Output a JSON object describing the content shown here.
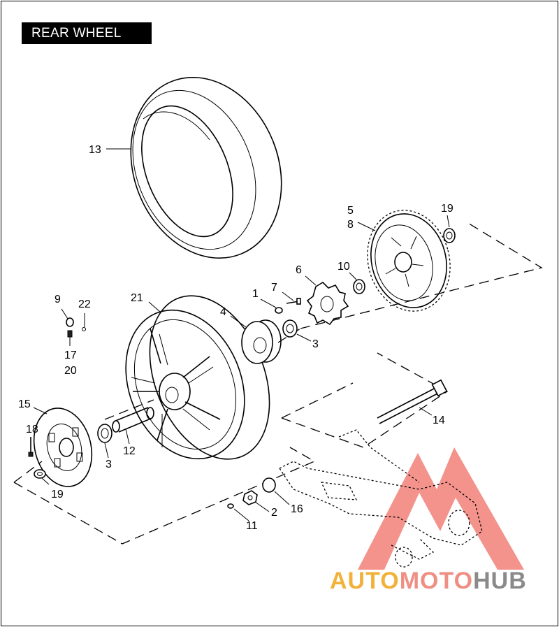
{
  "title": "REAR WHEEL",
  "callouts": {
    "c13": "13",
    "c5": "5",
    "c8": "8",
    "c19a": "19",
    "c6": "6",
    "c10": "10",
    "c1": "1",
    "c7": "7",
    "c21": "21",
    "c4": "4",
    "c3a": "3",
    "c9": "9",
    "c22": "22",
    "c17": "17",
    "c20": "20",
    "c15": "15",
    "c18": "18",
    "c3b": "3",
    "c12": "12",
    "c19b": "19",
    "c14": "14",
    "c11": "11",
    "c2": "2",
    "c16": "16"
  },
  "watermark": {
    "part1": "AUTO",
    "part2": "MOTO",
    "part3": "HUB",
    "colors": {
      "gold": "#f2b23a",
      "salmon": "#ef8f84",
      "gray": "#8a8a8a"
    }
  }
}
